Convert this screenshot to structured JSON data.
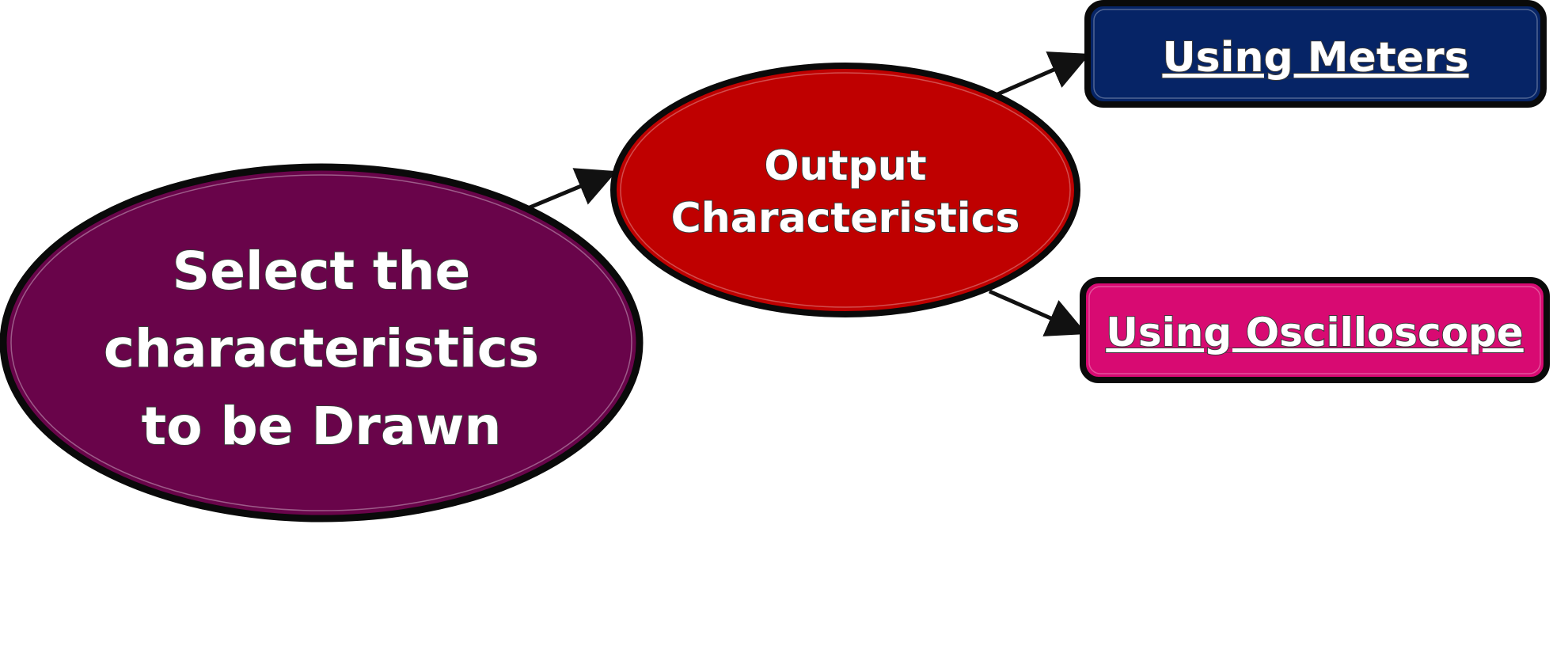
{
  "colors": {
    "select_fill": "#69044A",
    "output_fill": "#BF0000",
    "meters_fill": "#062466",
    "oscilloscope_fill": "#D80A72",
    "border": "#0a0a0a",
    "arrow": "#111111",
    "text": "#ffffff"
  },
  "nodes": {
    "select": {
      "line1": "Select the",
      "line2": "characteristics",
      "line3": "to be Drawn"
    },
    "output": {
      "line1": "Output",
      "line2": "Characteristics"
    },
    "meters": {
      "label": "Using Meters"
    },
    "oscilloscope": {
      "label": "Using Oscilloscope"
    }
  }
}
